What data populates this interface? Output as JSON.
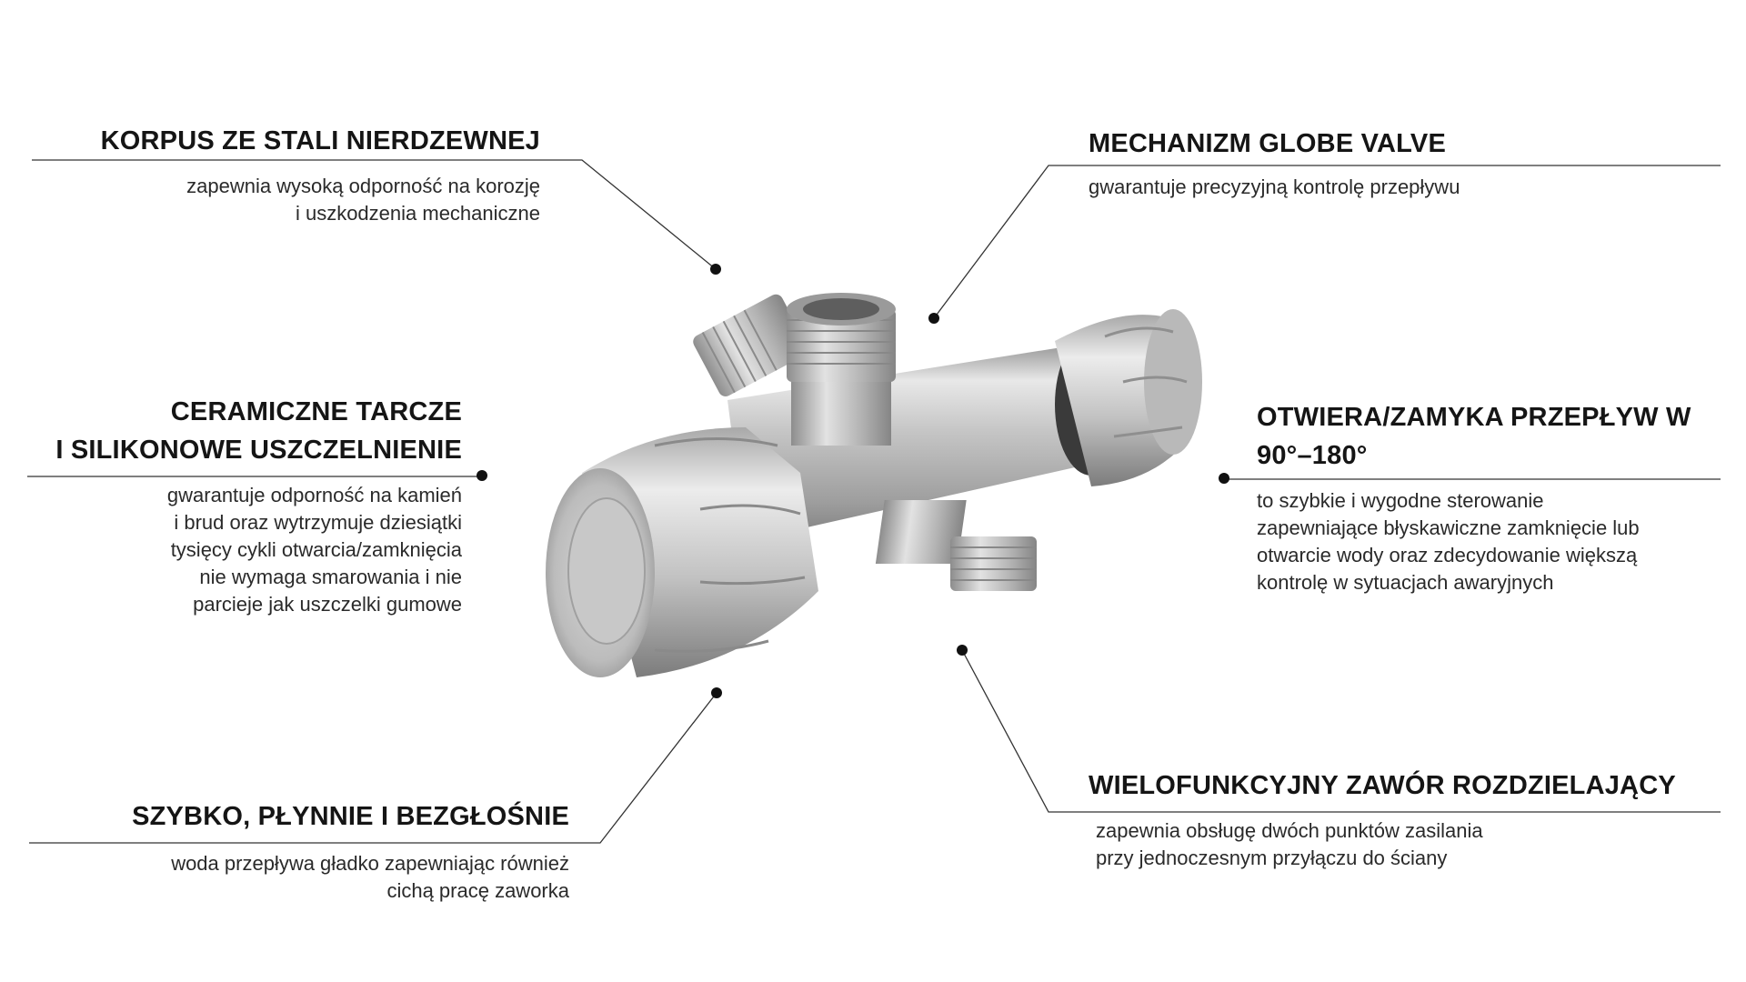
{
  "colors": {
    "text": "#151515",
    "line": "#333333",
    "metal_light": "#e4e4e4",
    "metal_mid": "#bdbdbd",
    "metal_dark": "#7a7a7a"
  },
  "image": {
    "subject": "stainless-steel-two-way-angle-valve"
  },
  "callouts": [
    {
      "id": "korpus",
      "title_lines": [
        "KORPUS ZE STALI NIERDZEWNEJ"
      ],
      "desc_lines": [
        "zapewnia wysoką odporność na korozję",
        "i uszkodzenia mechaniczne"
      ]
    },
    {
      "id": "mechanizm",
      "title_lines": [
        "MECHANIZM GLOBE VALVE"
      ],
      "desc_lines": [
        "gwarantuje precyzyjną kontrolę przepływu"
      ]
    },
    {
      "id": "ceramiczne",
      "title_lines": [
        "CERAMICZNE TARCZE",
        "I SILIKONOWE USZCZELNIENIE"
      ],
      "desc_lines": [
        "gwarantuje odporność na kamień",
        "i brud oraz wytrzymuje dziesiątki",
        "tysięcy cykli otwarcia/zamknięcia",
        "nie wymaga smarowania i nie",
        "parcieje jak uszczelki gumowe"
      ]
    },
    {
      "id": "otwiera",
      "title_lines": [
        "OTWIERA/ZAMYKA PRZEPŁYW W",
        "90°–180°"
      ],
      "desc_lines": [
        "to szybkie i wygodne sterowanie",
        "zapewniające błyskawiczne zamknięcie lub",
        "otwarcie wody oraz zdecydowanie większą",
        "kontrolę w sytuacjach awaryjnych"
      ]
    },
    {
      "id": "szybko",
      "title_lines": [
        "SZYBKO, PŁYNNIE I BEZGŁOŚNIE"
      ],
      "desc_lines": [
        "woda przepływa gładko zapewniając również",
        "cichą pracę zaworka"
      ]
    },
    {
      "id": "wielofunkcyjny",
      "title_lines": [
        "WIELOFUNKCYJNY ZAWÓR ROZDZIELAJĄCY"
      ],
      "desc_lines": [
        "zapewnia obsługę dwóch punktów zasilania",
        "przy jednoczesnym przyłączu do ściany"
      ]
    }
  ]
}
